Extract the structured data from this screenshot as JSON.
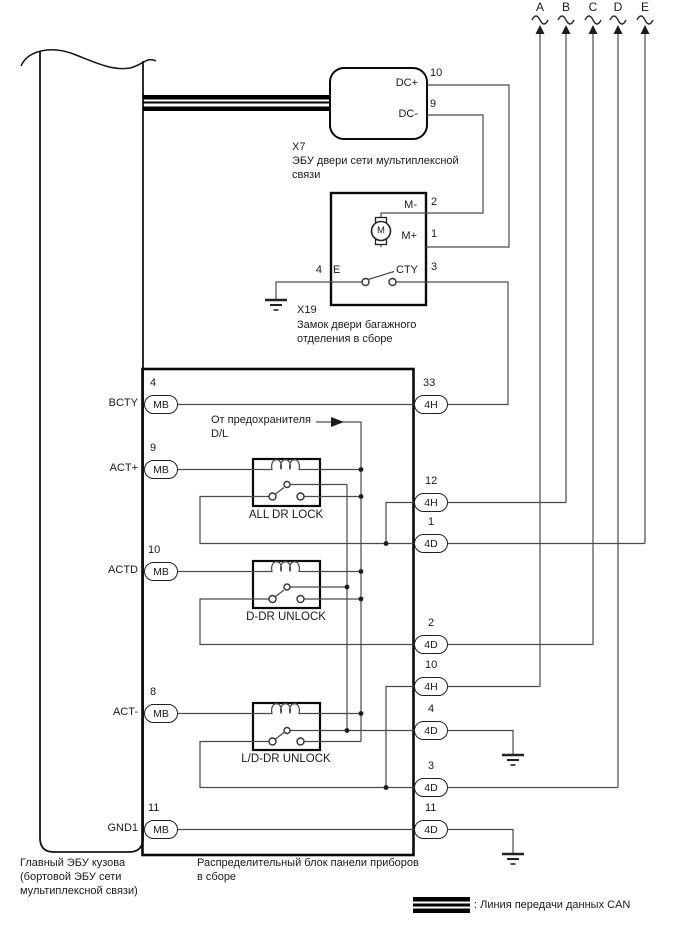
{
  "top_connectors": {
    "a": "A",
    "b": "B",
    "c": "C",
    "d": "D",
    "e": "E"
  },
  "x7": {
    "id": "X7",
    "caption_line1": "ЭБУ двери сети мультиплексной",
    "caption_line2": "связи",
    "dc_plus_label": "DC+",
    "dc_plus_pin": "10",
    "dc_minus_label": "DC-",
    "dc_minus_pin": "9"
  },
  "x19": {
    "id": "X19",
    "caption_line1": "Замок двери багажного",
    "caption_line2": "отделения в сборе",
    "m_minus_label": "M-",
    "m_minus_pin": "2",
    "m_plus_label": "M+",
    "m_plus_pin": "1",
    "e_label": "E",
    "e_pin": "4",
    "cty_label": "CTY",
    "cty_pin": "3",
    "motor_label": "M"
  },
  "body_ecu": {
    "caption_line1": "Главный ЭБУ кузова",
    "caption_line2": "(бортовой ЭБУ сети",
    "caption_line3": "мультиплексной связи)"
  },
  "junction_block": {
    "caption_line1": "Распределительный блок панели приборов",
    "caption_line2": "в сборе",
    "fuse_line1": "От предохранителя",
    "fuse_line2": "D/L",
    "relay_all_dr_lock": "ALL DR LOCK",
    "relay_d_dr_unlock": "D-DR UNLOCK",
    "relay_ld_dr_unlock": "L/D-DR UNLOCK",
    "left_pins": [
      {
        "signal": "BCTY",
        "conn": "MB",
        "pin": "4"
      },
      {
        "signal": "ACT+",
        "conn": "MB",
        "pin": "9"
      },
      {
        "signal": "ACTD",
        "conn": "MB",
        "pin": "10"
      },
      {
        "signal": "ACT-",
        "conn": "MB",
        "pin": "8"
      },
      {
        "signal": "GND1",
        "conn": "MB",
        "pin": "11"
      }
    ],
    "right_pins": [
      {
        "conn": "4H",
        "pin": "33"
      },
      {
        "conn": "4H",
        "pin": "12"
      },
      {
        "conn": "4D",
        "pin": "1"
      },
      {
        "conn": "4D",
        "pin": "2"
      },
      {
        "conn": "4H",
        "pin": "10"
      },
      {
        "conn": "4D",
        "pin": "4"
      },
      {
        "conn": "4D",
        "pin": "3"
      },
      {
        "conn": "4D",
        "pin": "11"
      }
    ]
  },
  "legend": {
    "can_line_label": ": Линия передачи данных CAN"
  },
  "colors": {
    "wire": "#4a4a4a",
    "bold": "#0a0a0a",
    "background": "#ffffff"
  }
}
